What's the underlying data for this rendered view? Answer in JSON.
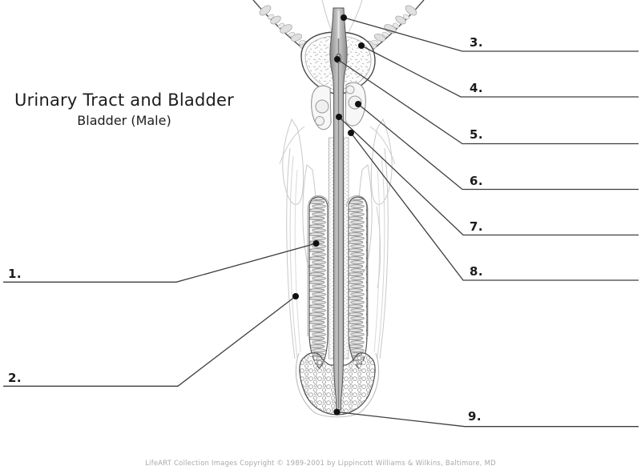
{
  "header": {
    "title": "Urinary Tract and Bladder",
    "subtitle": "Bladder (Male)"
  },
  "labels": [
    {
      "number": "1.",
      "answer": ""
    },
    {
      "number": "2.",
      "answer": ""
    },
    {
      "number": "3.",
      "answer": ""
    },
    {
      "number": "4.",
      "answer": ""
    },
    {
      "number": "5.",
      "answer": ""
    },
    {
      "number": "6.",
      "answer": ""
    },
    {
      "number": "7.",
      "answer": ""
    },
    {
      "number": "8.",
      "answer": ""
    },
    {
      "number": "9.",
      "answer": ""
    }
  ],
  "footer": {
    "copyright": "LifeART Collection Images Copyright © 1989-2001 by Lippincott Williams & Wilkins, Baltimore, MD"
  },
  "colors": {
    "leader_line": "#3e3e3e",
    "text": "#1b1b1b",
    "muted_text": "#a9a9a9",
    "background": "#ffffff"
  }
}
